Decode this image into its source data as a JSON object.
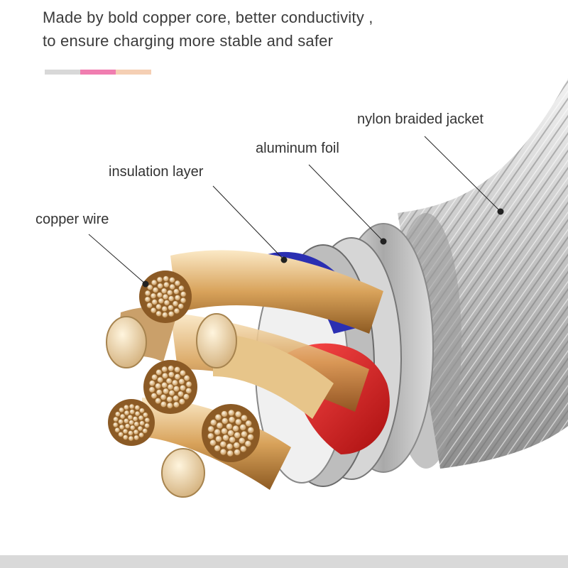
{
  "header": {
    "line1": "Made by bold copper core, better conductivity ,",
    "line2": "to ensure charging more stable and safer"
  },
  "swatches": [
    {
      "color": "#d8d8d8"
    },
    {
      "color": "#f07eb0"
    },
    {
      "color": "#f5cfb4"
    }
  ],
  "callouts": {
    "copper_wire": "copper wire",
    "insulation_layer": "insulation layer",
    "aluminum_foil": "aluminum foil",
    "nylon_jacket": "nylon braided jacket"
  },
  "colors": {
    "copper": "#d9a35a",
    "copper_light": "#f3d9a6",
    "insulation_blue": "#2a2fb0",
    "insulation_red": "#e01818",
    "foil": "#c9c9c9",
    "braid": "#b8b8b8"
  }
}
